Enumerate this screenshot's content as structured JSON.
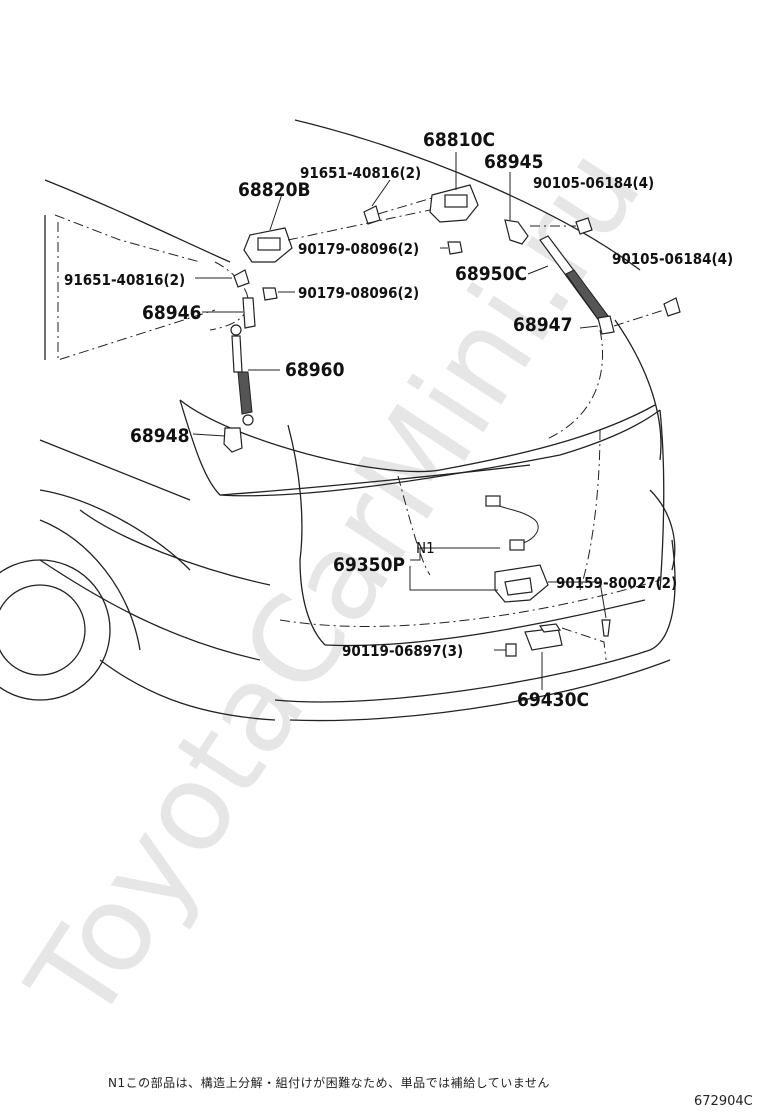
{
  "watermark": "ToyotaCarMini.ru",
  "labels": {
    "p68810C": "68810C",
    "p91651_top": "91651-40816(2)",
    "p68945": "68945",
    "p90105_a": "90105-06184(4)",
    "p68820B": "68820B",
    "p90179_a": "90179-08096(2)",
    "p90105_b": "90105-06184(4)",
    "p68950C": "68950C",
    "p91651_left": "91651-40816(2)",
    "p90179_b": "90179-08096(2)",
    "p68946": "68946",
    "p68947": "68947",
    "p68960": "68960",
    "p68948": "68948",
    "n1": "N1",
    "p69350P": "69350P",
    "p90159": "90159-80027(2)",
    "p90119": "90119-06897(3)",
    "p69430C": "69430C"
  },
  "footnote": "N1この部品は、構造上分解・組付けが困難なため、単品では補給していません",
  "figure_id": "672904C"
}
